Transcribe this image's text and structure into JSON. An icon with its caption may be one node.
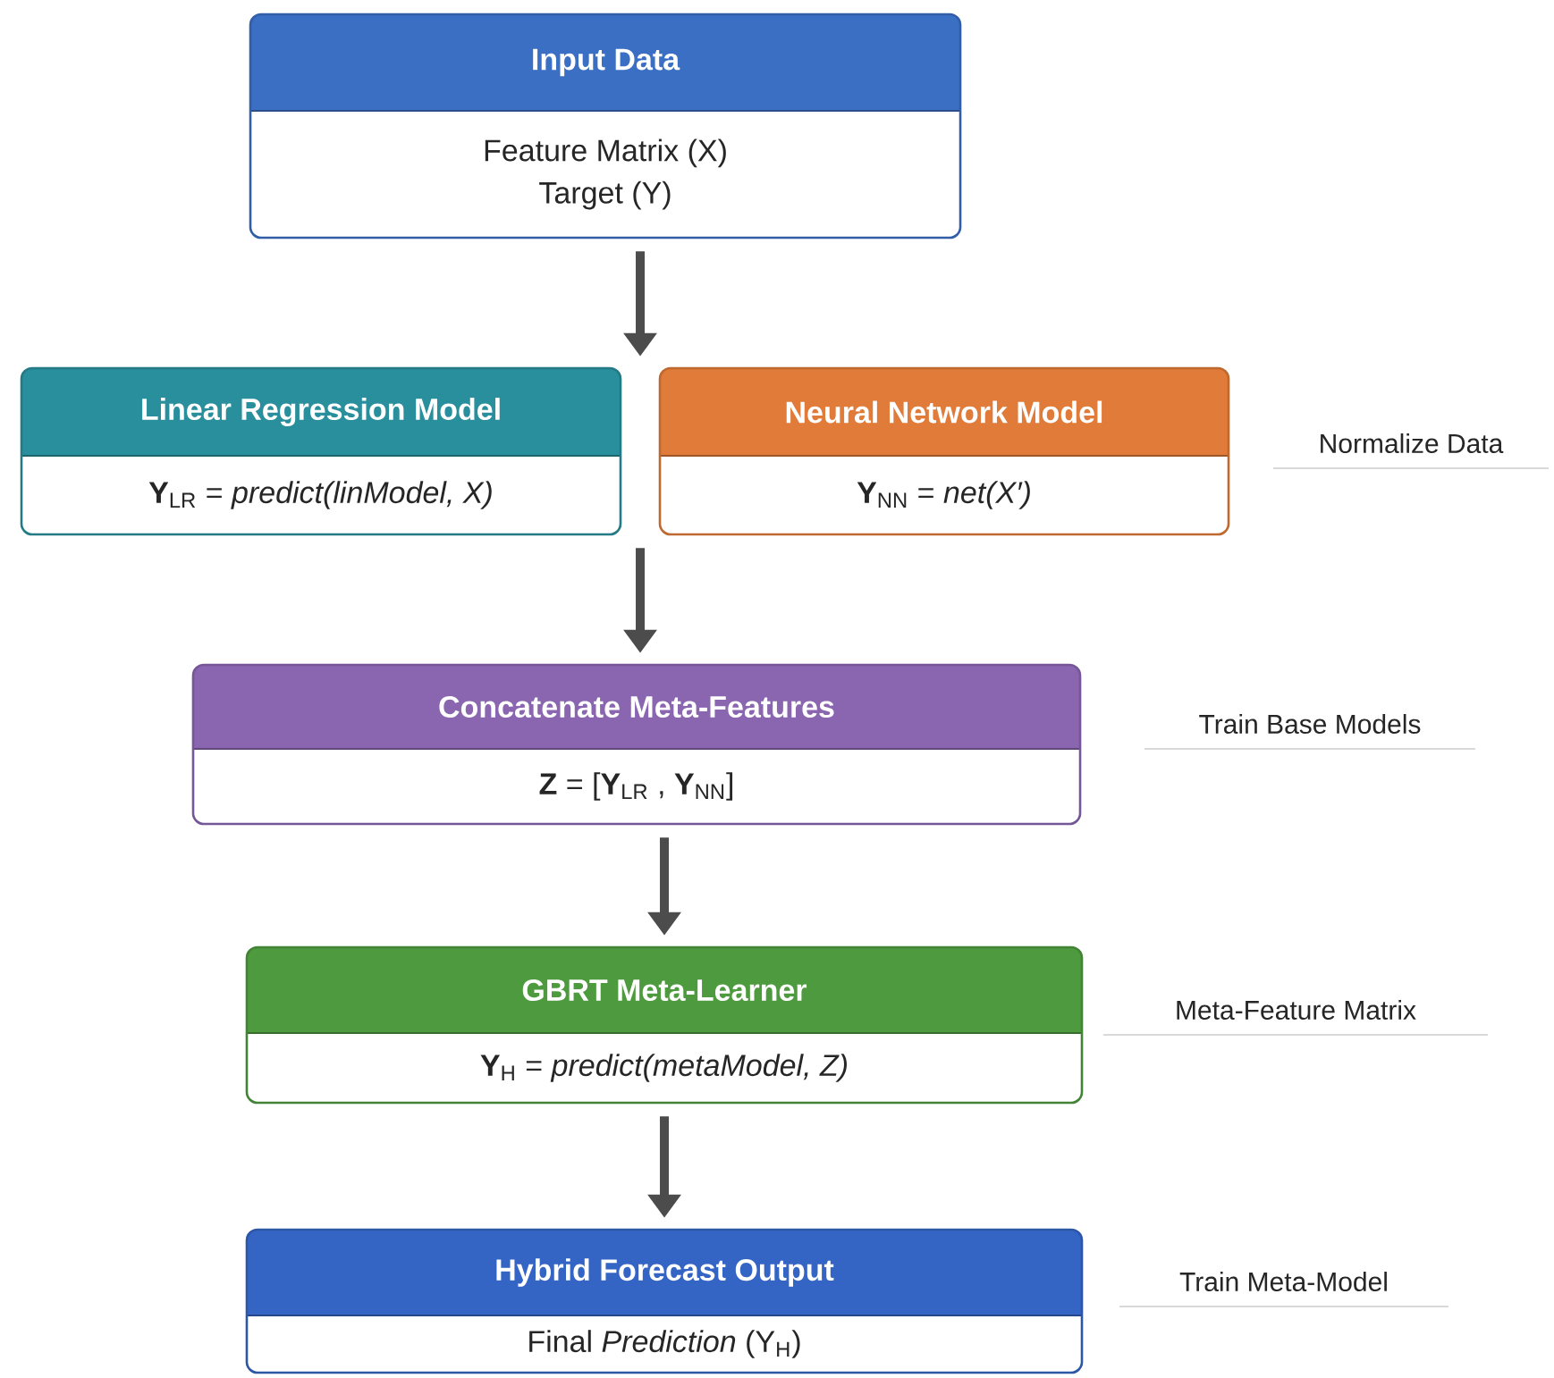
{
  "diagram": {
    "nodes": [
      {
        "text": [
          "Input Data",
          "Feature Matrix (X)",
          "Target (Y)"
        ]
      },
      {
        "text": [
          "Linear Regression Model",
          "**Y**$_{LR}$ = *predict(linModel, X)*"
        ]
      },
      {
        "text": [
          "Neural Network Model",
          "**Y**$_{NN}$ = *net(X′)*"
        ]
      },
      {
        "text": [
          "Concatenate Meta-Features",
          "**Z** = [**Y**$_{LR}$ , **Y**$_{NN}$]"
        ]
      },
      {
        "text": [
          "GBRT Meta-Learner",
          "**Y**$_{H}$ = *predict(metaModel, Z)*"
        ]
      },
      {
        "text": [
          "Hybrid Forecast Output",
          "Final *Prediction* (Y$_{H}$)"
        ]
      }
    ],
    "edges": [
      {
        "from": 0,
        "to": 1,
        "arrow": "to"
      },
      {
        "from": 0,
        "to": 2,
        "arrow": "to"
      },
      {
        "from": 1,
        "to": 3,
        "arrow": "to"
      },
      {
        "from": 2,
        "to": 3,
        "arrow": "to"
      },
      {
        "from": 3,
        "to": 4,
        "arrow": "to"
      },
      {
        "from": 4,
        "to": 5,
        "arrow": "to"
      }
    ],
    "labels": [
      "Normalize Data",
      "Train Base Models",
      "Meta-Feature Matrix",
      "Train Meta-Model"
    ]
  }
}
